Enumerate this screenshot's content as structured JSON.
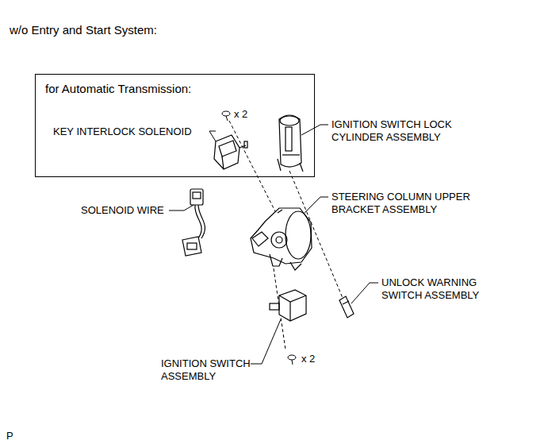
{
  "diagram": {
    "title": "w/o Entry and Start System:",
    "nodes": [
      {
        "text": [
          "for Automatic Transmission:",
          "KEY INTERLOCK SOLENOID",
          "x 2"
        ]
      }
    ],
    "labels": [
      "IGNITION SWITCH LOCK CYLINDER ASSEMBLY",
      "STEERING COLUMN UPPER BRACKET ASSEMBLY",
      "SOLENOID WIRE",
      "UNLOCK WARNING SWITCH ASSEMBLY",
      "IGNITION SWITCH ASSEMBLY",
      "x 2",
      "P"
    ]
  }
}
